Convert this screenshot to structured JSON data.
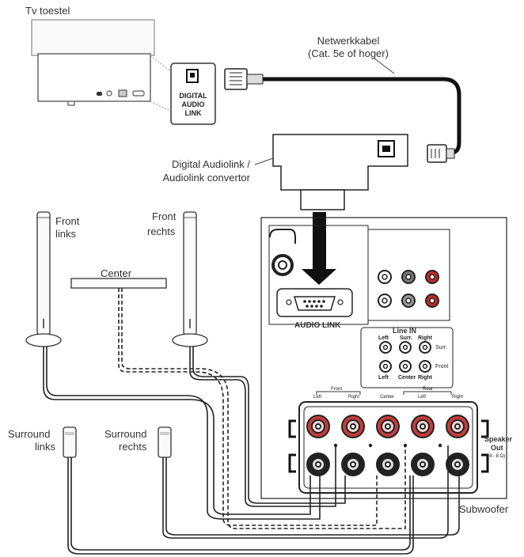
{
  "labels": {
    "tv": "Tv toestel",
    "digital_audio_link": [
      "DIGITAL",
      "AUDIO",
      "LINK"
    ],
    "network_cable": [
      "Netwerkkabel",
      "(Cat. 5e of hoger)"
    ],
    "converter": [
      "Digital Audiolink /",
      "Audiolink convertor"
    ],
    "front_left": [
      "Front",
      "links"
    ],
    "front_right": [
      "Front",
      "rechts"
    ],
    "center": "Center",
    "surround_left": [
      "Surround",
      "links"
    ],
    "surround_right": [
      "Surround",
      "rechts"
    ],
    "audio_link_port": "AUDIO LINK",
    "line_in": "Line IN",
    "line_in_top": [
      "Left",
      "Surr.",
      "Right"
    ],
    "line_in_bottom": [
      "Left",
      "Center",
      "Right"
    ],
    "line_in_side": [
      "Surr.",
      "Front"
    ],
    "speaker_groups": [
      "Front",
      "Rear"
    ],
    "speaker_sublabels": [
      "Left",
      "Right",
      "Center",
      "Left",
      "Right"
    ],
    "speaker_out": [
      "Speaker",
      "Out",
      "(4 - 8 Ω)"
    ],
    "subwoofer": "Subwoofer"
  }
}
